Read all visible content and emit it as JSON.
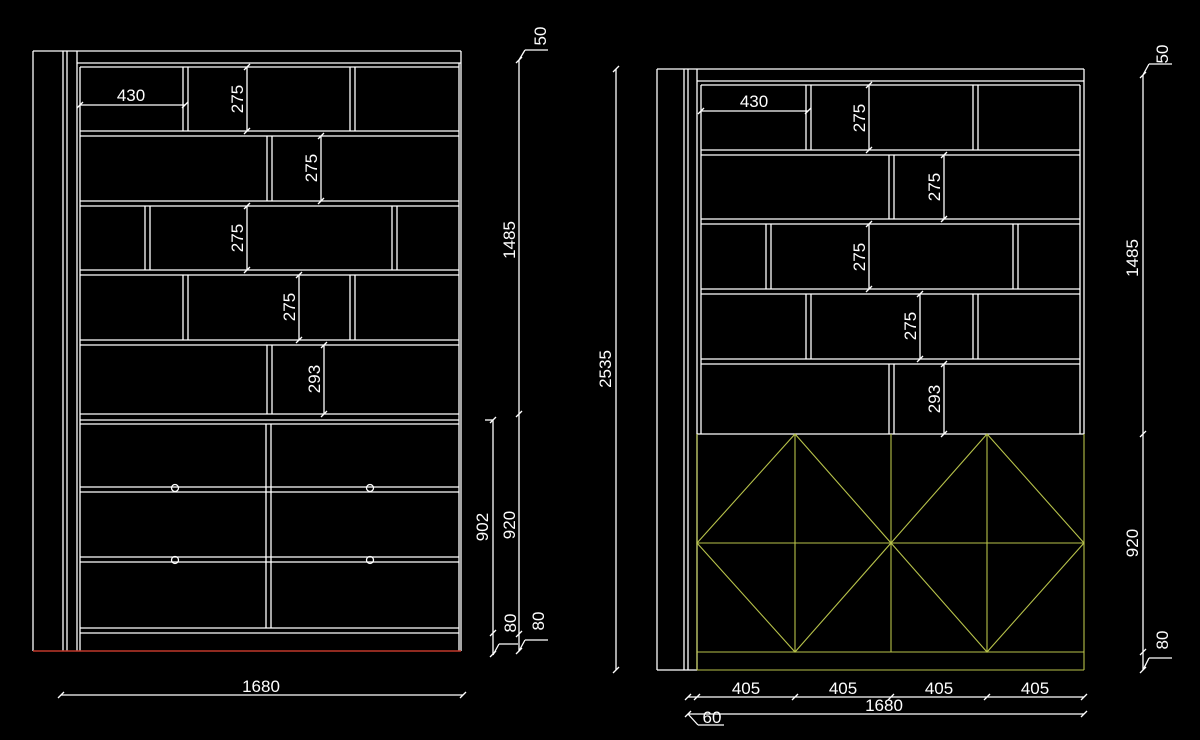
{
  "colors": {
    "background": "#000000",
    "line": "#ffffff",
    "floor_line": "#c0392b",
    "lattice": "#b7c24a"
  },
  "left_elevation": {
    "dims": {
      "top_board": "50",
      "cell_width": "430",
      "row1_height": "275",
      "row2_height": "275",
      "row3_height": "275",
      "row4_height": "275",
      "row5_height": "293",
      "shelf_total": "1485",
      "cabinet_height": "920",
      "drawer_height": "902",
      "plinth_a": "80",
      "plinth_b": "80",
      "overall_width": "1680"
    }
  },
  "right_elevation": {
    "dims": {
      "top_board": "50",
      "cell_width": "430",
      "row1_height": "275",
      "row2_height": "275",
      "row3_height": "275",
      "row4_height": "275",
      "row5_height": "293",
      "shelf_total": "1485",
      "overall_height": "2535",
      "cabinet_height": "920",
      "plinth": "80",
      "bay1": "405",
      "bay2": "405",
      "bay3": "405",
      "bay4": "405",
      "overall_width": "1680",
      "side_panel": "60"
    }
  }
}
